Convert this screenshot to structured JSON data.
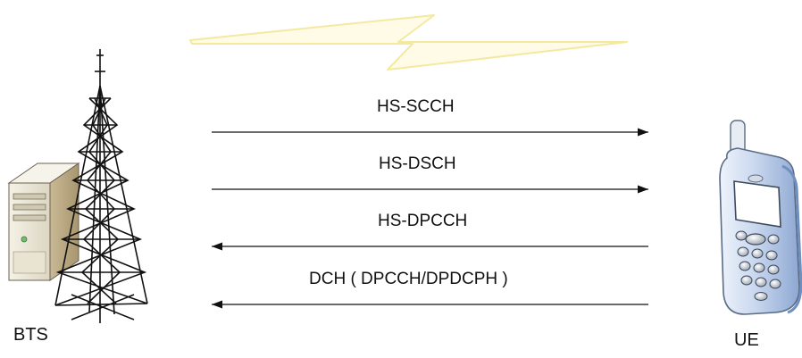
{
  "nodes": {
    "bts_label": "BTS",
    "ue_label": "UE"
  },
  "channels": [
    {
      "label": "HS-SCCH",
      "direction": "downlink"
    },
    {
      "label": "HS-DSCH",
      "direction": "downlink"
    },
    {
      "label": "HS-DPCCH",
      "direction": "uplink"
    },
    {
      "label": "DCH ( DPCCH/DPDCPH )",
      "direction": "uplink"
    }
  ],
  "colors": {
    "line": "#111111",
    "lightning_stroke": "#f3e9a0",
    "lightning_fill": "#fffbe6",
    "phone_body": "#a9bfe0",
    "phone_edge": "#6f8fbf",
    "server_body": "#e6e2d2",
    "server_side": "#b9a98a"
  }
}
